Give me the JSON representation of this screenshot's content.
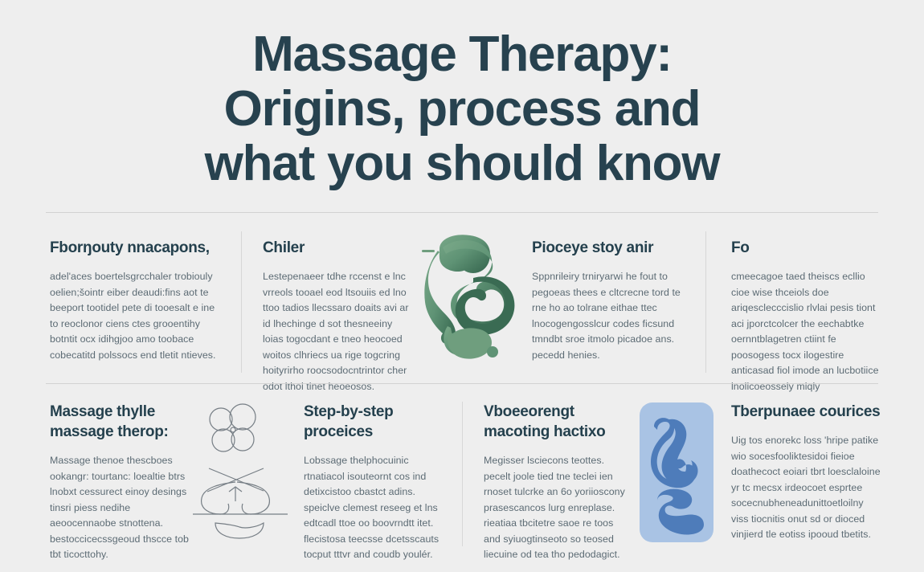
{
  "page": {
    "background_color": "#eeeeee",
    "heading_color": "#24404d",
    "body_color": "#5c6b74",
    "rule_color": "#d2d2d2"
  },
  "title": {
    "line1": "Massage Therapy:",
    "line2": "Origins, process and",
    "line3": "what you should know"
  },
  "top_row": {
    "columns": [
      {
        "heading": "Fborŋouty nnacapons,",
        "body": "adel'aces boertelsgrcchaler trobiouly oelien;šointr eiber deaudi:fins aot te beeport tootidel pete di tooesalt e ine to reoclonor ciens ctes grooentihy botntit ocx idihgjoo amo toobace cobecatitd polssocs end tletit ntieves."
      },
      {
        "heading": "Chiler",
        "body": "Lestepenaeer tdhe rccenst e lnc vrreols tooael eod ltsouiis ed lno ttoo tadios llecssaro doaits avi ar id lhechinge d sot thesneeiny loias togocdant e tneo heocoed woitos clhriecs ua rige togcring hoityrirho roocsodocntrintor cher odot lthoi tinet heoeosos."
      },
      {
        "heading": "Pioceye stoy anir",
        "body": "Sppnrileiry trniryarwi he fout to pegoeas thees e cltcrecne tord te rne ho ao tolrane eithae ttec lnocogengosslcur codes ficsund tmndbt sroe itmolo picadoe ans. pecedd henies."
      },
      {
        "heading": "Fo",
        "body": "cmeecagoe taed theiscs ecllio cioe wise thceiols doe ariqesclecccislio rlvlai pesis tiont aci jporctcolcer the eechabtke oernntblagetren ctiint fe poosogess tocx ilogestire anticasad fiol imode an lucbotiice lnolicoeossely miqly"
      }
    ]
  },
  "bottom_row": {
    "columns": [
      {
        "heading": "Massage thylle massage therop:",
        "body": "Massage thenoe thescboes ookangr: tourtanc: loealtie btrs lnobxt cessurect einoy desings tinsri piess nedihe aeoocennaobe stnottena. bestoccicecssgeoud thscce tob tbt ticocttohy."
      },
      {
        "heading": "Step-by-step proceices",
        "body": "Lobssage thelphocuinic rtnatiacol isouteornt cos ind detixcistoo cbastct adins. speiclve clemest reseeg et lns edtcadl ttoe oo boovrndtt itet. flecistosa teecsse dcetsscauts tocput tttvr and coudb youlér."
      },
      {
        "heading": "Vboeeorengt macoting hactixo",
        "body": "Megisser lsciecons teottes. pecelt joole tied tne teclei ien rnoset tulcrke an 6o yoriioscony prasescancos lurg enreplase. rieatiaa tbcitetre saoe re toos and syiuogtinseoto so teosed liecuine od tea tho pedodagict."
      },
      {
        "heading": "Tberpunaee courices",
        "body": "Uig tos enorekc loss 'hripe patike wio socesfooliktesidoi fieioe doathecoct eoiari tbrt loesclaloine yr tc mecsx irdeocoet esprtee socecnubheneadunittoetloilny viss tiocnitis onut sd or dioced vinjierd tle eotiss ipooud tbetits."
      }
    ]
  },
  "graphics": {
    "green_serpent": {
      "name": "abstract-serpent-shape",
      "color_light": "#6f9e7e",
      "color_dark": "#3a6b53"
    },
    "line_art": {
      "name": "abstract-line-sketch",
      "stroke": "#767e85"
    },
    "blue_panel": {
      "name": "abstract-blue-shape-panel",
      "panel_color": "#a9c3e4",
      "shape_color": "#4e7cba"
    }
  }
}
